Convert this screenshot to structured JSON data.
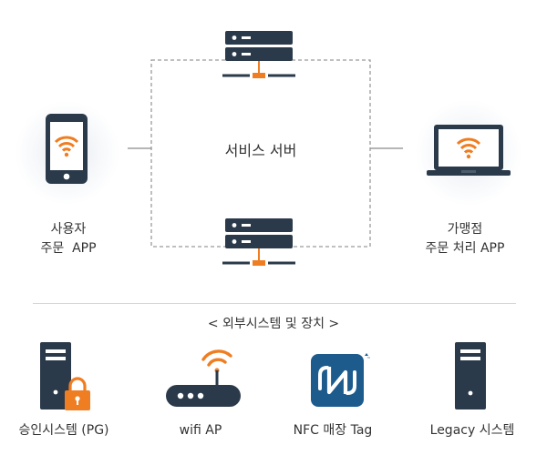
{
  "colors": {
    "dark": "#2b3a4a",
    "accent": "#ef7d22",
    "line": "#9a9a9a",
    "nfc": "#1c5b8c"
  },
  "center": {
    "label": "서비스 서버"
  },
  "left_device": {
    "icon": "smartphone-wifi-icon",
    "line1": "사용자",
    "line2": "주문  APP"
  },
  "right_device": {
    "icon": "laptop-wifi-icon",
    "line1": "가맹점",
    "line2": "주문 처리 APP"
  },
  "section_title": "< 외부시스템 및 장치 >",
  "external": [
    {
      "icon": "server-lock-icon",
      "label": "승인시스템 (PG)"
    },
    {
      "icon": "wifi-router-icon",
      "label": "wifi AP"
    },
    {
      "icon": "nfc-icon",
      "label": "NFC 매장 Tag"
    },
    {
      "icon": "tower-server-icon",
      "label": "Legacy 시스템"
    }
  ]
}
